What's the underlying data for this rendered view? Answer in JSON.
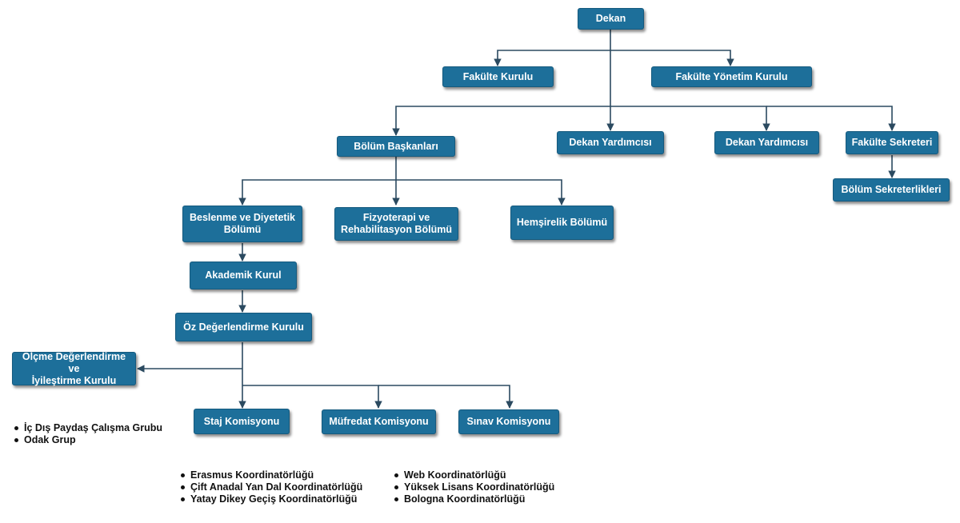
{
  "nodes": {
    "dekan": "Dekan",
    "fakulte_kurulu": "Fakülte Kurulu",
    "fakulte_yonetim_kurulu": "Fakülte Yönetim Kurulu",
    "bolum_baskanlari": "Bölüm Başkanları",
    "dekan_yardimcisi_1": "Dekan Yardımcısı",
    "dekan_yardimcisi_2": "Dekan Yardımcısı",
    "fakulte_sekreteri": "Fakülte Sekreteri",
    "bolum_sekreterlikleri": "Bölüm Sekreterlikleri",
    "beslenme": {
      "line1": "Beslenme ve Diyetetik",
      "line2": "Bölümü"
    },
    "fizyoterapi": {
      "line1": "Fizyoterapi ve",
      "line2": "Rehabilitasyon Bölümü"
    },
    "hemsirelik": "Hemşirelik Bölümü",
    "akademik_kurul": "Akademik Kurul",
    "oz_degerlendirme": "Öz Değerlendirme Kurulu",
    "olcme": {
      "line1": "Ölçme Değerlendirme ve",
      "line2": "İyileştirme Kurulu"
    },
    "staj": "Staj Komisyonu",
    "mufredat": "Müfredat Komisyonu",
    "sinav": "Sınav Komisyonu"
  },
  "lists": {
    "left": [
      "İç Dış Paydaş Çalışma Grubu",
      "Odak Grup"
    ],
    "bottom_left": [
      "Erasmus Koordinatörlüğü",
      "Çift Anadal Yan Dal Koordinatörlüğü",
      "Yatay Dikey Geçiş Koordinatörlüğü"
    ],
    "bottom_right": [
      "Web Koordinatörlüğü",
      "Yüksek Lisans Koordinatörlüğü",
      "Bologna Koordinatörlüğü"
    ]
  },
  "colors": {
    "node_fill": "#1d6f9a",
    "node_text": "#ffffff",
    "connector": "#2b4a60"
  }
}
